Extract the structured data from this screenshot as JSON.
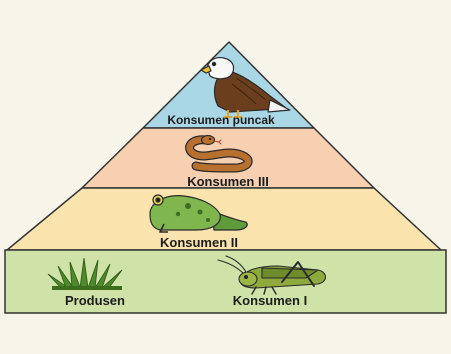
{
  "diagram": {
    "levels": [
      {
        "id": "apex",
        "label": "Konsumen puncak",
        "fill": "#aad7e6",
        "animal": "eagle-icon"
      },
      {
        "id": "tertiary",
        "label": "Konsumen III",
        "fill": "#f7d0b2",
        "animal": "snake-icon"
      },
      {
        "id": "secondary",
        "label": "Konsumen II",
        "fill": "#fbe3ad",
        "animal": "frog-icon"
      },
      {
        "id": "base",
        "producer_label": "Produsen",
        "primary_label": "Konsumen I",
        "fill": "#cfe2a8",
        "animals": [
          "grass-icon",
          "grasshopper-icon"
        ]
      }
    ],
    "colors": {
      "outline": "#333333",
      "text": "#1c1c1c",
      "background": "#f7f4ea"
    }
  }
}
